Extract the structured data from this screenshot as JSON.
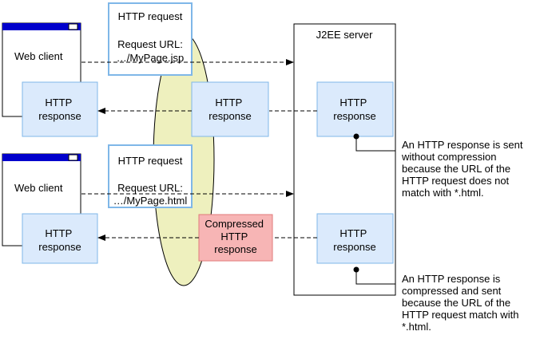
{
  "colors": {
    "ellipse_fill": "#eef0be",
    "blue_box_fill": "#dbeafc",
    "blue_box_stroke": "#7fb7e8",
    "red_box_fill": "#f7b5b5",
    "red_box_stroke": "#e07a7a",
    "window_titlebar": "#0000cc",
    "line": "#000000"
  },
  "top": {
    "client_label": "Web client",
    "client_response": [
      "HTTP",
      "response"
    ],
    "request_title": "HTTP request",
    "request_url_label": "Request URL:",
    "request_url": "…/MyPage.jsp",
    "middle_response": [
      "HTTP",
      "response"
    ],
    "server_response": [
      "HTTP",
      "response"
    ],
    "annotation": [
      "An HTTP response is sent",
      "without compression",
      "because the URL of the",
      "HTTP request does not",
      "match with *.html."
    ]
  },
  "bottom": {
    "client_label": "Web client",
    "client_response": [
      "HTTP",
      "response"
    ],
    "request_title": "HTTP request",
    "request_url_label": "Request URL:",
    "request_url": "…/MyPage.html",
    "middle_response": [
      "Compressed",
      "HTTP",
      "response"
    ],
    "server_response": [
      "HTTP",
      "response"
    ],
    "annotation": [
      "An HTTP response is",
      "compressed and sent",
      "because the URL of the",
      "HTTP request match with",
      "*.html."
    ]
  },
  "server_label": "J2EE server"
}
